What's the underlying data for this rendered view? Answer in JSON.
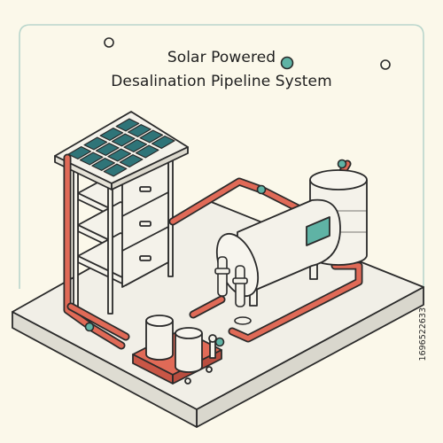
{
  "title": {
    "line1": "Solar Powered",
    "line2": "Desalination Pipeline System"
  },
  "stock_id": "1696522633",
  "colors": {
    "background": "#fbf8ea",
    "outline": "#2a2a2a",
    "pipe": "#e06a57",
    "panel_cell": "#2f7478",
    "accent_teal": "#5fb3a5",
    "platform_top": "#f1efe7",
    "platform_side": "#d9d7cd",
    "equipment": "#f4f2ea"
  },
  "icons": [
    "solar-panel-icon",
    "storage-tank-icon",
    "pipe-valve-icon",
    "pump-icon"
  ]
}
